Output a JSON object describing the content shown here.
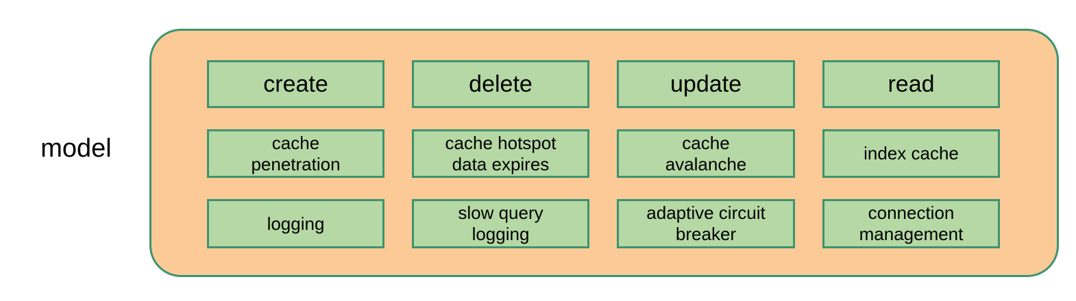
{
  "diagram": {
    "group_label": "model",
    "colors": {
      "container_fill": "#fbca96",
      "container_border": "#3c9470",
      "box_fill": "#b5d8a5",
      "box_border": "#3c9470",
      "text": "#000000",
      "background": "#ffffff"
    },
    "rows": [
      {
        "name": "operations",
        "text_size": "lg",
        "cells": [
          {
            "label": "create"
          },
          {
            "label": "delete"
          },
          {
            "label": "update"
          },
          {
            "label": "read"
          }
        ]
      },
      {
        "name": "caching-concerns",
        "text_size": "md",
        "cells": [
          {
            "label": "cache\npenetration"
          },
          {
            "label": "cache hotspot\ndata expires"
          },
          {
            "label": "cache\navalanche"
          },
          {
            "label": "index cache"
          }
        ]
      },
      {
        "name": "reliability-concerns",
        "text_size": "md",
        "cells": [
          {
            "label": "logging"
          },
          {
            "label": "slow query\nlogging"
          },
          {
            "label": "adaptive circuit\nbreaker"
          },
          {
            "label": "connection\nmanagement"
          }
        ]
      }
    ]
  }
}
